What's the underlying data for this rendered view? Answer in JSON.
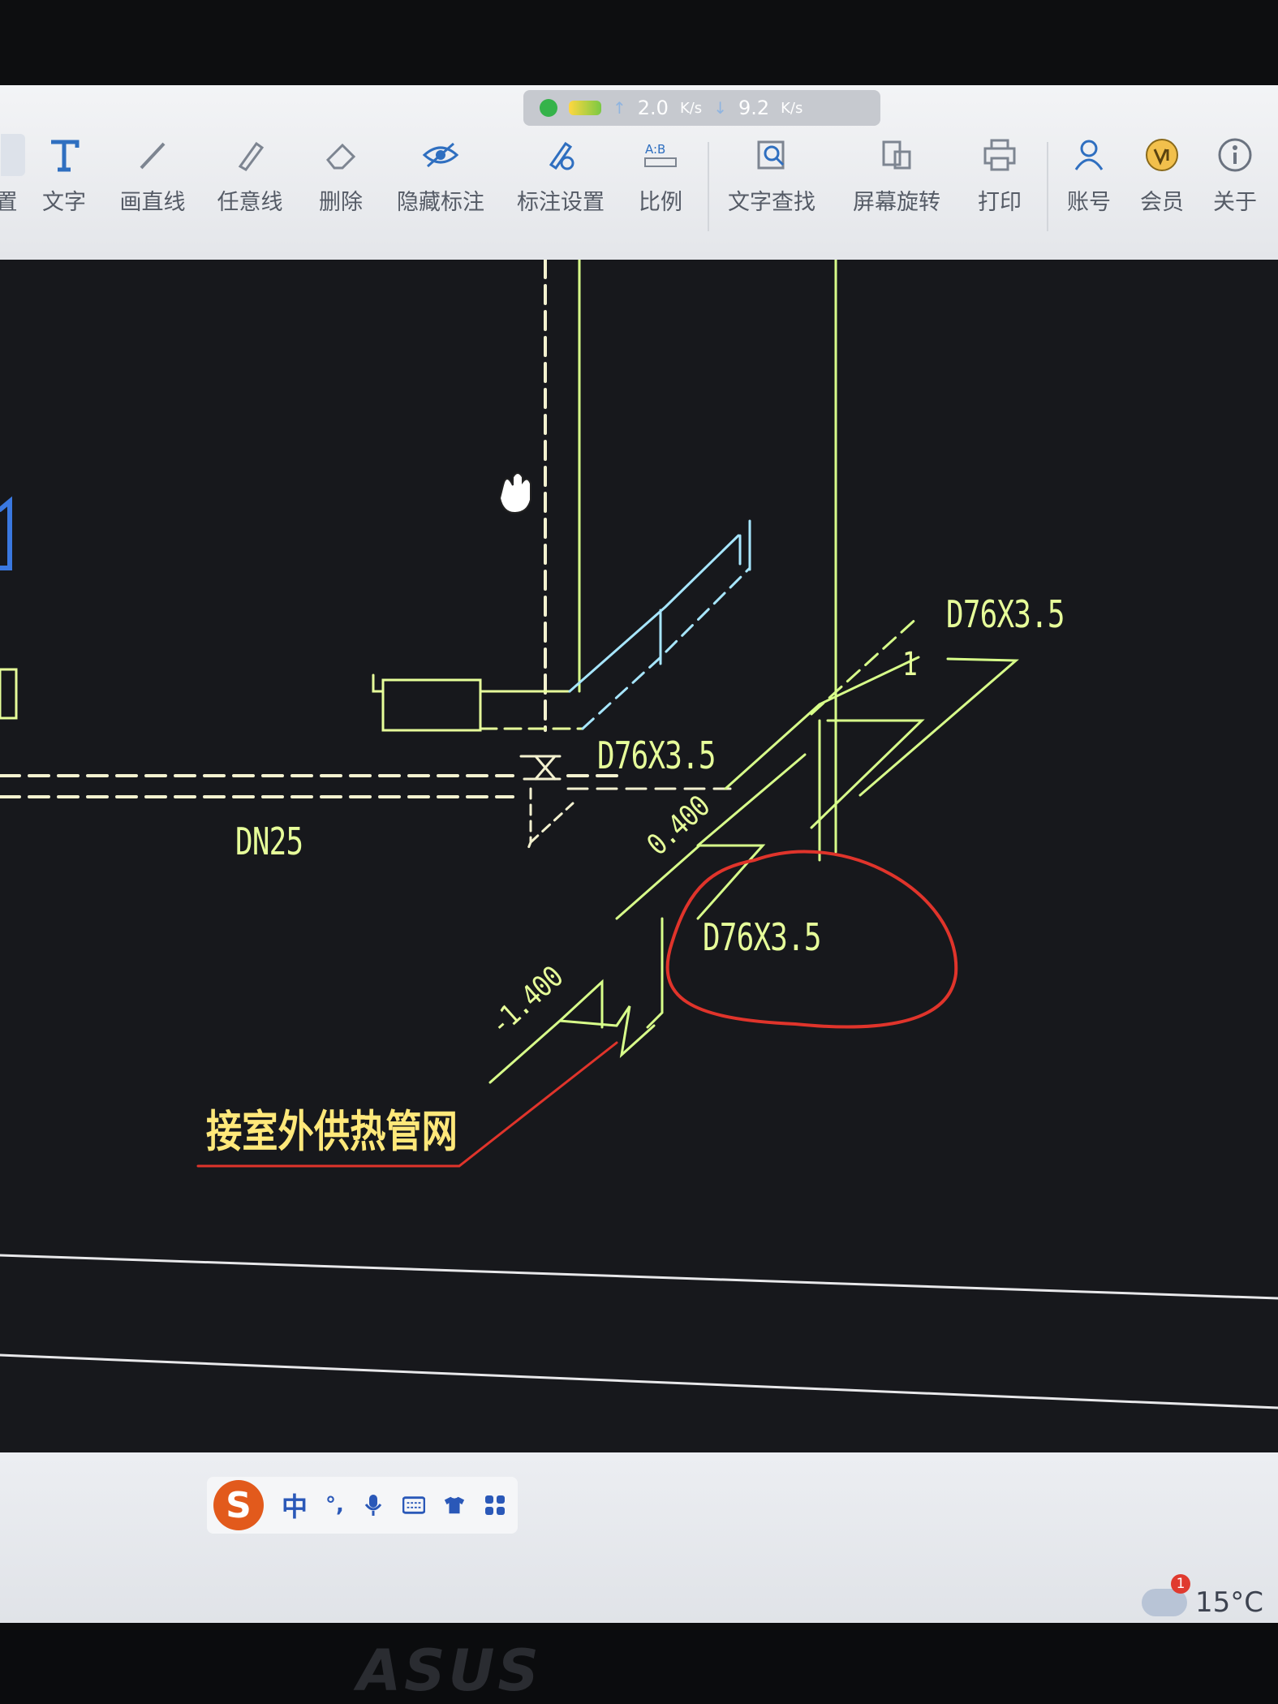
{
  "net_speed": {
    "up_value": "2.0",
    "up_unit": "K/s",
    "down_value": "9.2",
    "down_unit": "K/s"
  },
  "toolbar": {
    "partial_left": "置",
    "items": [
      {
        "label": "文字",
        "icon": "text-icon"
      },
      {
        "label": "画直线",
        "icon": "line-icon"
      },
      {
        "label": "任意线",
        "icon": "pen-icon"
      },
      {
        "label": "删除",
        "icon": "eraser-icon"
      },
      {
        "label": "隐藏标注",
        "icon": "eye-icon"
      },
      {
        "label": "标注设置",
        "icon": "annotation-settings-icon"
      },
      {
        "label": "比例",
        "icon": "ratio-icon"
      },
      {
        "label": "文字查找",
        "icon": "text-search-icon"
      },
      {
        "label": "屏幕旋转",
        "icon": "rotate-icon"
      },
      {
        "label": "打印",
        "icon": "printer-icon"
      },
      {
        "label": "账号",
        "icon": "user-icon"
      },
      {
        "label": "会员",
        "icon": "vip-icon"
      },
      {
        "label": "关于",
        "icon": "info-icon"
      }
    ]
  },
  "drawing": {
    "pipe_top_right": "D76X3.5",
    "pipe_mid": "D76X3.5",
    "pipe_circled": "D76X3.5",
    "pipe_left": "DN25",
    "level_upper": "0.400",
    "level_lower": "-1.400",
    "slope_number": "1",
    "caption": "接室外供热管网",
    "colors": {
      "green": "#e7ff9a",
      "yellow": "#ffe87a",
      "cyan": "#a7e6ff",
      "red": "#e0342b",
      "background": "#17181c"
    }
  },
  "taskbar": {
    "ime_logo": "S",
    "ime_mode": "中",
    "ime_punct": "°,",
    "ime_icons": [
      "microphone-icon",
      "keyboard-icon",
      "skin-icon",
      "toolbox-icon"
    ],
    "weather_badge": "1",
    "temperature": "15°C"
  },
  "brand": "ASUS"
}
